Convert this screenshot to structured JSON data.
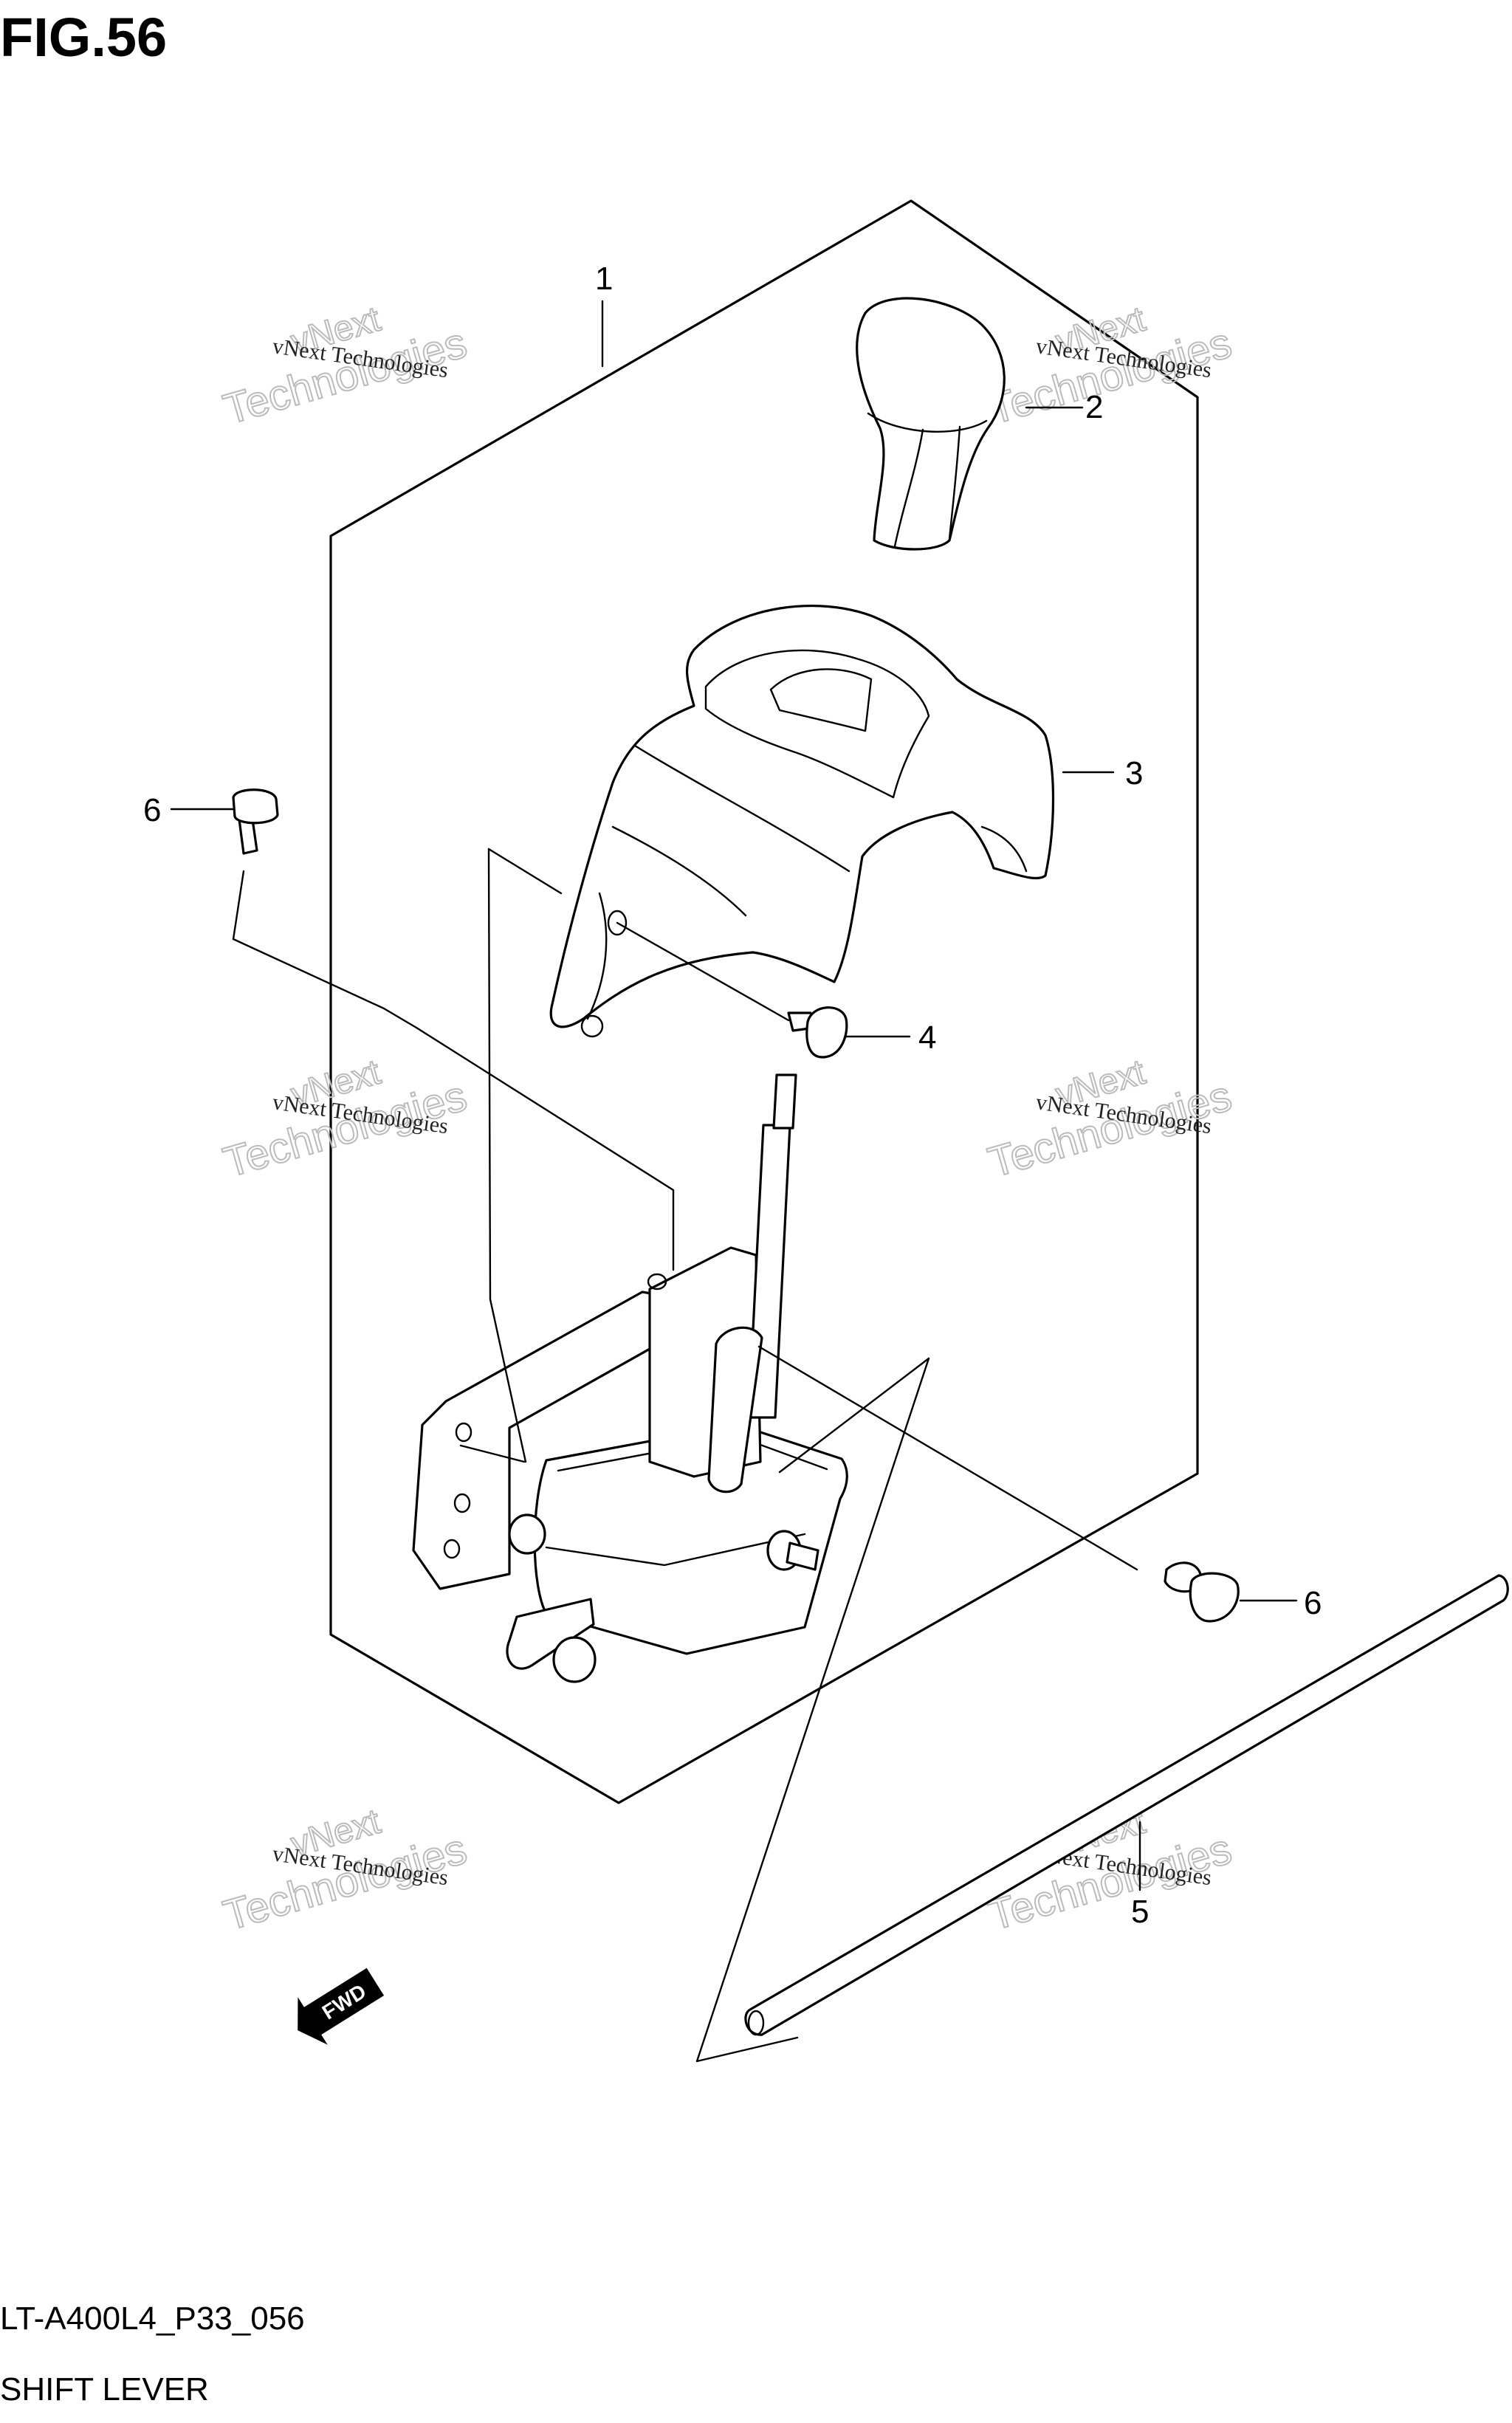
{
  "figure": {
    "title": "FIG.56"
  },
  "footer": {
    "code": "LT-A400L4_P33_056",
    "name": "SHIFT LEVER"
  },
  "callouts": [
    "1",
    "2",
    "3",
    "4",
    "5",
    "6",
    "6"
  ],
  "watermark": {
    "line1": "vNext Technologies",
    "line2": "Technologies",
    "line3": "vNext"
  },
  "direction_badge": {
    "text": "FWD"
  }
}
